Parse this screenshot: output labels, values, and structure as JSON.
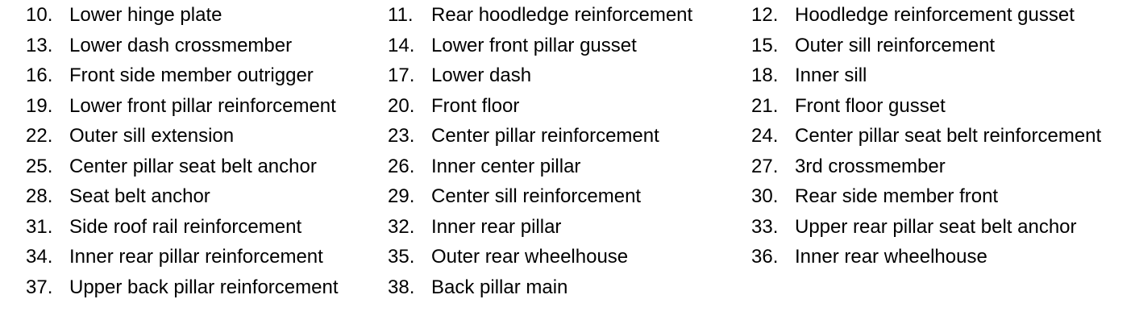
{
  "page": {
    "background_color": "#ffffff",
    "text_color": "#000000"
  },
  "parts_list": {
    "columns": [
      {
        "items": [
          {
            "num": "10.",
            "label": "Lower hinge plate"
          },
          {
            "num": "13.",
            "label": "Lower dash crossmember"
          },
          {
            "num": "16.",
            "label": "Front side member outrigger"
          },
          {
            "num": "19.",
            "label": "Lower front pillar reinforcement"
          },
          {
            "num": "22.",
            "label": "Outer sill extension"
          },
          {
            "num": "25.",
            "label": "Center pillar seat belt anchor"
          },
          {
            "num": "28.",
            "label": "Seat belt anchor"
          },
          {
            "num": "31.",
            "label": "Side roof rail reinforcement"
          },
          {
            "num": "34.",
            "label": "Inner rear pillar reinforcement"
          },
          {
            "num": "37.",
            "label": "Upper back pillar reinforcement"
          }
        ]
      },
      {
        "items": [
          {
            "num": "11.",
            "label": "Rear hoodledge reinforcement"
          },
          {
            "num": "14.",
            "label": "Lower front pillar gusset"
          },
          {
            "num": "17.",
            "label": "Lower dash"
          },
          {
            "num": "20.",
            "label": "Front floor"
          },
          {
            "num": "23.",
            "label": "Center pillar reinforcement"
          },
          {
            "num": "26.",
            "label": "Inner center pillar"
          },
          {
            "num": "29.",
            "label": "Center sill reinforcement"
          },
          {
            "num": "32.",
            "label": "Inner rear pillar"
          },
          {
            "num": "35.",
            "label": "Outer rear wheelhouse"
          },
          {
            "num": "38.",
            "label": "Back pillar main"
          }
        ]
      },
      {
        "items": [
          {
            "num": "12.",
            "label": "Hoodledge reinforcement gusset"
          },
          {
            "num": "15.",
            "label": "Outer sill reinforcement"
          },
          {
            "num": "18.",
            "label": "Inner sill"
          },
          {
            "num": "21.",
            "label": "Front floor gusset"
          },
          {
            "num": "24.",
            "label": "Center pillar seat belt reinforcement"
          },
          {
            "num": "27.",
            "label": "3rd crossmember"
          },
          {
            "num": "30.",
            "label": "Rear side member front"
          },
          {
            "num": "33.",
            "label": "Upper rear pillar seat belt anchor"
          },
          {
            "num": "36.",
            "label": "Inner rear wheelhouse"
          }
        ]
      }
    ]
  }
}
